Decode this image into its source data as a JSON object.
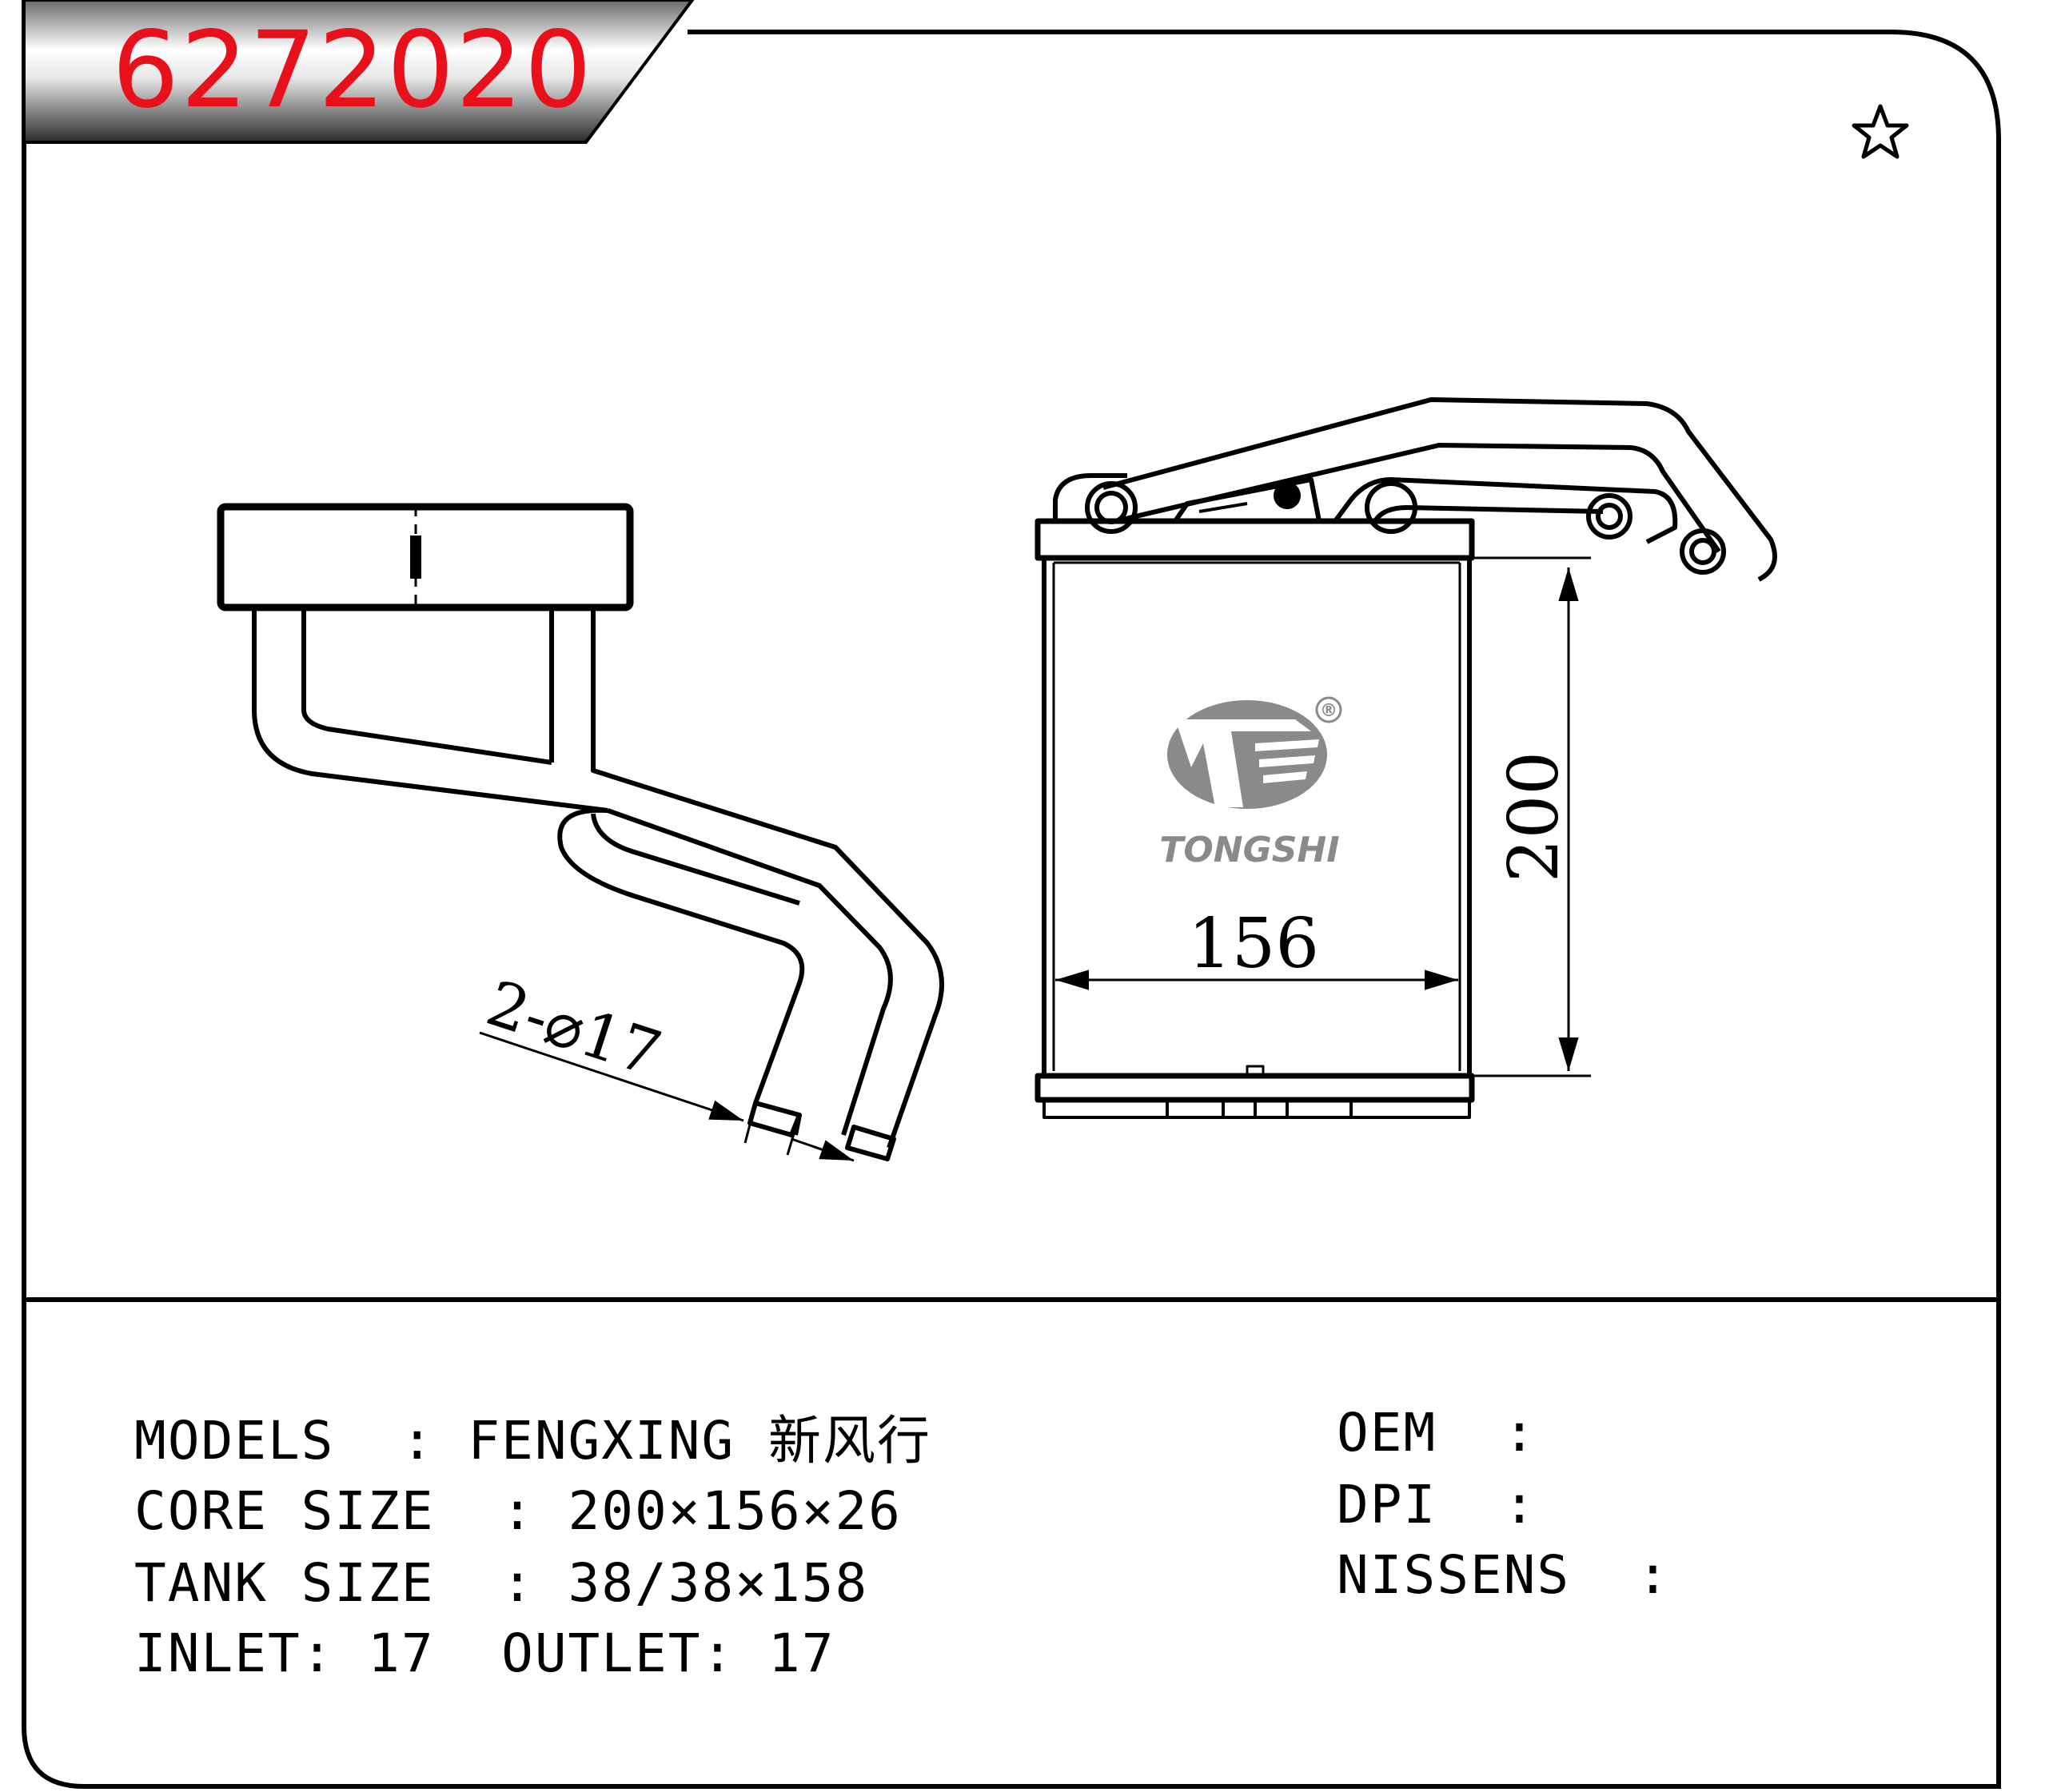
{
  "part_number": "6272020",
  "star_icon": "star-icon",
  "logo": {
    "brand": "TONGSHI",
    "registered": "®"
  },
  "dimensions": {
    "height_label": "200",
    "width_label": "156",
    "pipe_label": "2-⌀17"
  },
  "specs": {
    "models": "MODELS  : FENGXING 新风行",
    "core_size": "CORE SIZE  : 200×156×26",
    "tank_size": "TANK SIZE  : 38/38×158",
    "inlet_outlet": "INLET: 17  OUTLET: 17",
    "oem": "OEM  :",
    "dpi": "DPI  :",
    "nissens": "NISSENS  :"
  },
  "colors": {
    "part_number": "#e8101a",
    "logo": "#8a8a8a",
    "line": "#000000"
  }
}
